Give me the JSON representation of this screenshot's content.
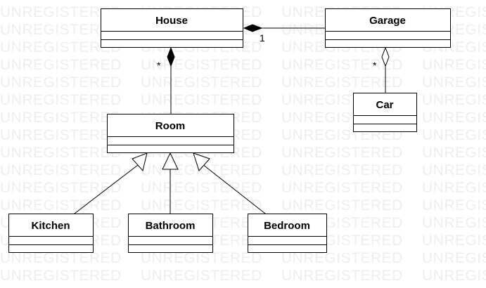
{
  "watermark": "UNREGISTERED",
  "classes": {
    "house": "House",
    "garage": "Garage",
    "car": "Car",
    "room": "Room",
    "kitchen": "Kitchen",
    "bathroom": "Bathroom",
    "bedroom": "Bedroom"
  },
  "multiplicities": {
    "house_garage_end": "1",
    "house_room_end": "*",
    "garage_car_end": "*"
  },
  "relationships": [
    {
      "type": "composition",
      "whole": "House",
      "part": "Garage"
    },
    {
      "type": "composition",
      "whole": "House",
      "part": "Room"
    },
    {
      "type": "aggregation",
      "whole": "Garage",
      "part": "Car"
    },
    {
      "type": "generalization",
      "general": "Room",
      "specific": "Kitchen"
    },
    {
      "type": "generalization",
      "general": "Room",
      "specific": "Bathroom"
    },
    {
      "type": "generalization",
      "general": "Room",
      "specific": "Bedroom"
    }
  ]
}
